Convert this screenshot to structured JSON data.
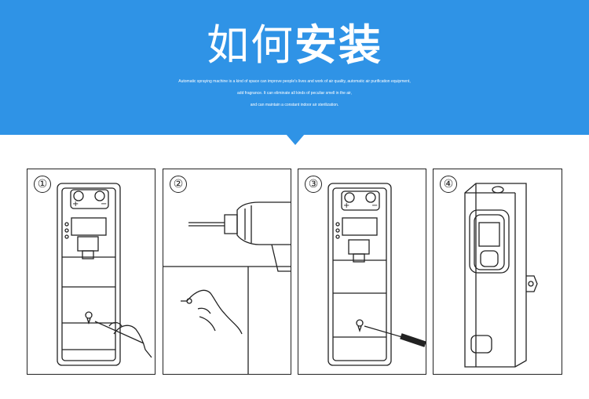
{
  "header": {
    "title_part1": "如何",
    "title_part2": "安装",
    "subtitle_lines": [
      "Automatic spraying machine is a kind of space can improve people's lives and work of air quality, automatic air purification equipment,",
      "add fragrance. It can eliminate all kinds of peculiar smell in the air,",
      "and can maintain a constant indoor air sterilization."
    ]
  },
  "steps": [
    {
      "number": "①"
    },
    {
      "number": "②"
    },
    {
      "number": "③"
    },
    {
      "number": "④"
    }
  ],
  "colors": {
    "banner": "#2f93e6",
    "line": "#222222"
  }
}
